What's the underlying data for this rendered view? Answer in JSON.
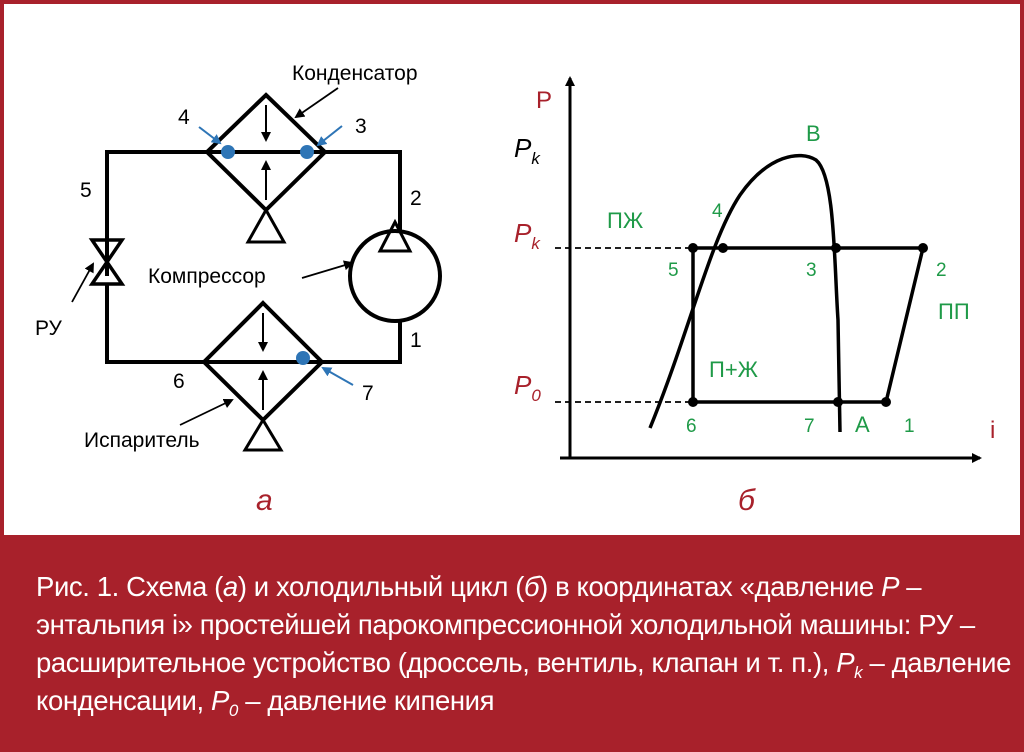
{
  "colors": {
    "frame": "#a8212b",
    "caption_bg": "#a8212b",
    "caption_text": "#ffffff",
    "line": "#000000",
    "point_blue": "#2e75b6",
    "arrow_blue": "#2e75b6",
    "label_green": "#1f9a48",
    "pressure_red": "#a8212b"
  },
  "scheme_a": {
    "caption": "а",
    "labels": {
      "condenser": "Конденсатор",
      "compressor": "Компрессор",
      "evaporator": "Испаритель",
      "valve": "РУ"
    },
    "points": [
      "1",
      "2",
      "3",
      "4",
      "5",
      "6",
      "7"
    ]
  },
  "diagram_b": {
    "caption": "б",
    "axis_y": "P",
    "axis_x": "i",
    "pk_top": {
      "main": "P",
      "sub": "k"
    },
    "pk_level": {
      "main": "P",
      "sub": "k"
    },
    "p0_level": {
      "main": "P",
      "sub": "0"
    },
    "regions": {
      "liquid": "ПЖ",
      "mixture": "П+Ж",
      "vapor": "ПП"
    },
    "critical_point": "B",
    "point_A": "A",
    "points": {
      "p1": "1",
      "p2": "2",
      "p3": "3",
      "p4": "4",
      "p5": "5",
      "p6": "6",
      "p7": "7"
    }
  },
  "caption": {
    "line1": "Рис. 1. Схема (",
    "a": "а",
    "mid1": ") и холодильный цикл (",
    "b": "б",
    "mid2": ") в координатах «давление",
    "p": "P",
    "line2": " – энтальпия i»  простейшей парокомпрессионной холодильной машины: РУ – расширительное устройство (дроссель, вентиль, клапан и т. п.), ",
    "pk_main": "P",
    "pk_sub": "k",
    "line3": " – давление конденсации, ",
    "p0_main": "P",
    "p0_sub": "0",
    "line4": " – давление кипения"
  }
}
